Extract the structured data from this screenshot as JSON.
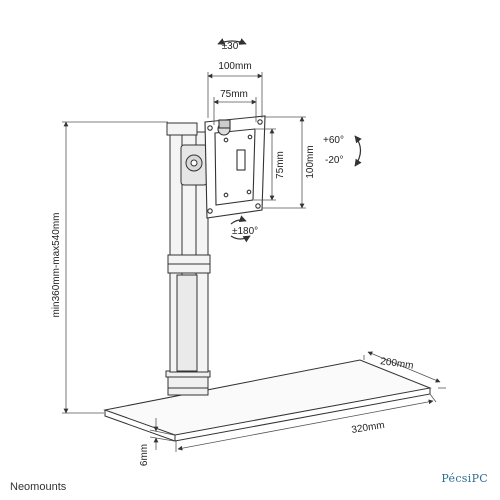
{
  "diagram": {
    "rotation_top": "±30°",
    "width_100": "100mm",
    "width_75": "75mm",
    "height_75": "75mm",
    "height_100": "100mm",
    "tilt_up": "+60°",
    "tilt_down": "-20°",
    "rotation_bottom": "±180°",
    "height_range": "min360mm-max540mm",
    "base_depth": "200mm",
    "base_width": "320mm",
    "base_thickness": "6mm"
  },
  "branding": {
    "brand": "Neomounts",
    "watermark": "PécsiPC"
  },
  "colors": {
    "line": "#333333",
    "dim_line": "#555555",
    "pole": "#f4f4f4",
    "watermark": "#2d6f8e"
  }
}
